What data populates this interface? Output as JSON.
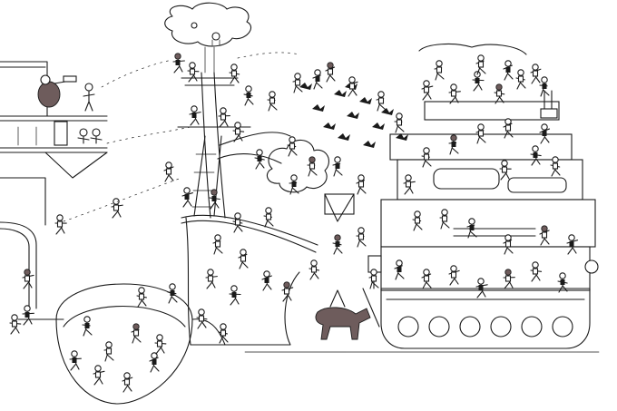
{
  "scene": {
    "kind": "black-and-white line illustration",
    "palette": {
      "ink": "#1a1a1a",
      "paper": "#ffffff",
      "accent_fill": "#6e5c5c"
    }
  },
  "elements": [
    {
      "name": "treehouse-cloud",
      "icon": "cloud-icon"
    },
    {
      "name": "left-building-balcony",
      "icon": "building-icon"
    },
    {
      "name": "giant-tree-trunk",
      "icon": "tree-icon"
    },
    {
      "name": "big-wheel",
      "icon": "wheel-icon"
    },
    {
      "name": "steam-machine",
      "icon": "machine-icon"
    },
    {
      "name": "tank-tracks",
      "icon": "track-icon"
    },
    {
      "name": "crowd-of-figures",
      "icon": "figure-icon"
    },
    {
      "name": "flying-birds",
      "icon": "bird-icon"
    },
    {
      "name": "dark-horse",
      "icon": "horse-icon"
    }
  ]
}
